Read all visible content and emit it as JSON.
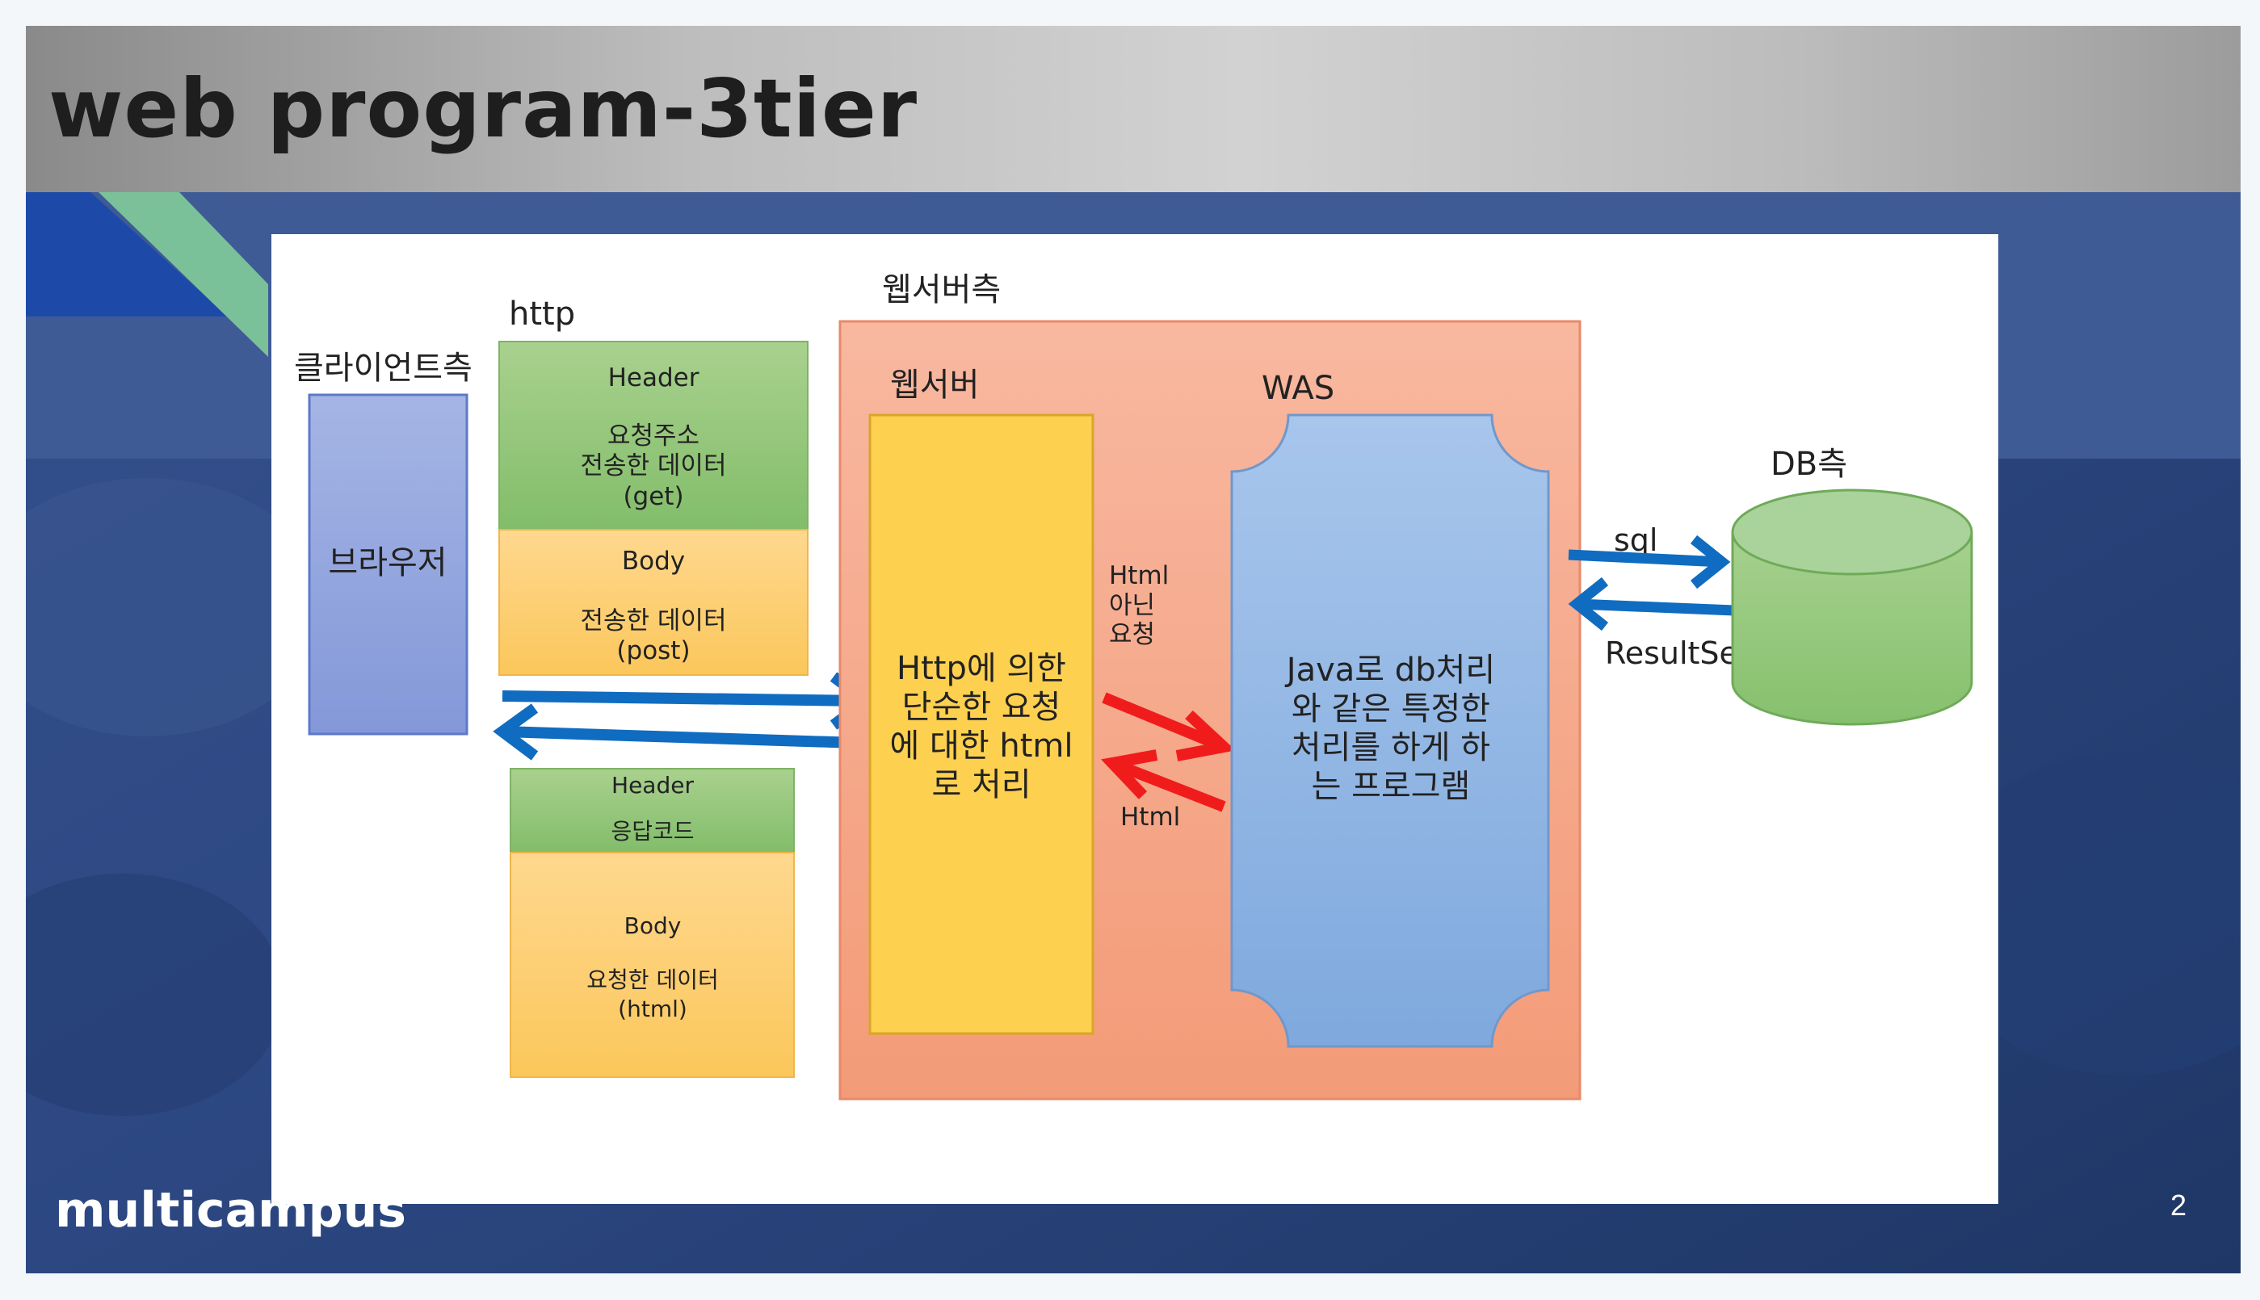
{
  "slide": {
    "title": "web program-3tier",
    "logo": "multicampus",
    "page_number": "2"
  },
  "diagram": {
    "client_side_label": "클라이언트측",
    "browser_label": "브라우저",
    "http_label": "http",
    "request": {
      "header_title": "Header",
      "header_lines": [
        "요청주소",
        "전송한 데이터",
        "(get)"
      ],
      "body_title": "Body",
      "body_lines": [
        "전송한 데이터",
        "(post)"
      ]
    },
    "response": {
      "header_title": "Header",
      "header_line": "응답코드",
      "body_title": "Body",
      "body_lines": [
        "요청한 데이터",
        "(html)"
      ]
    },
    "webserver_side_label": "웹서버측",
    "webserver_label": "웹서버",
    "webserver_text": [
      "Http에 의한",
      "단순한 요청",
      "에 대한 html",
      "로 처리"
    ],
    "non_html_request": [
      "Html",
      "아닌",
      "요청"
    ],
    "html_label": "Html",
    "was_label": "WAS",
    "was_text": [
      "Java로 db처리",
      "와 같은 특정한",
      "처리를 하게 하",
      "는 프로그램"
    ],
    "db_side_label": "DB측",
    "sql_label": "sql",
    "resultset_label": "ResultSet"
  },
  "colors": {
    "title_bar": "#bdbdbd",
    "slide_background": "#2d4a86",
    "header_green": "#8fc67a",
    "body_orange": "#fdd17a",
    "browser_blue": "#8fa6dd",
    "webserver_area": "#f5a98a",
    "webserver_box": "#fdd050",
    "was_blue": "#91b7e3",
    "db_green": "#96c97c",
    "blue_arrow": "#0f6cc0",
    "red_arrow": "#f01c1c"
  }
}
